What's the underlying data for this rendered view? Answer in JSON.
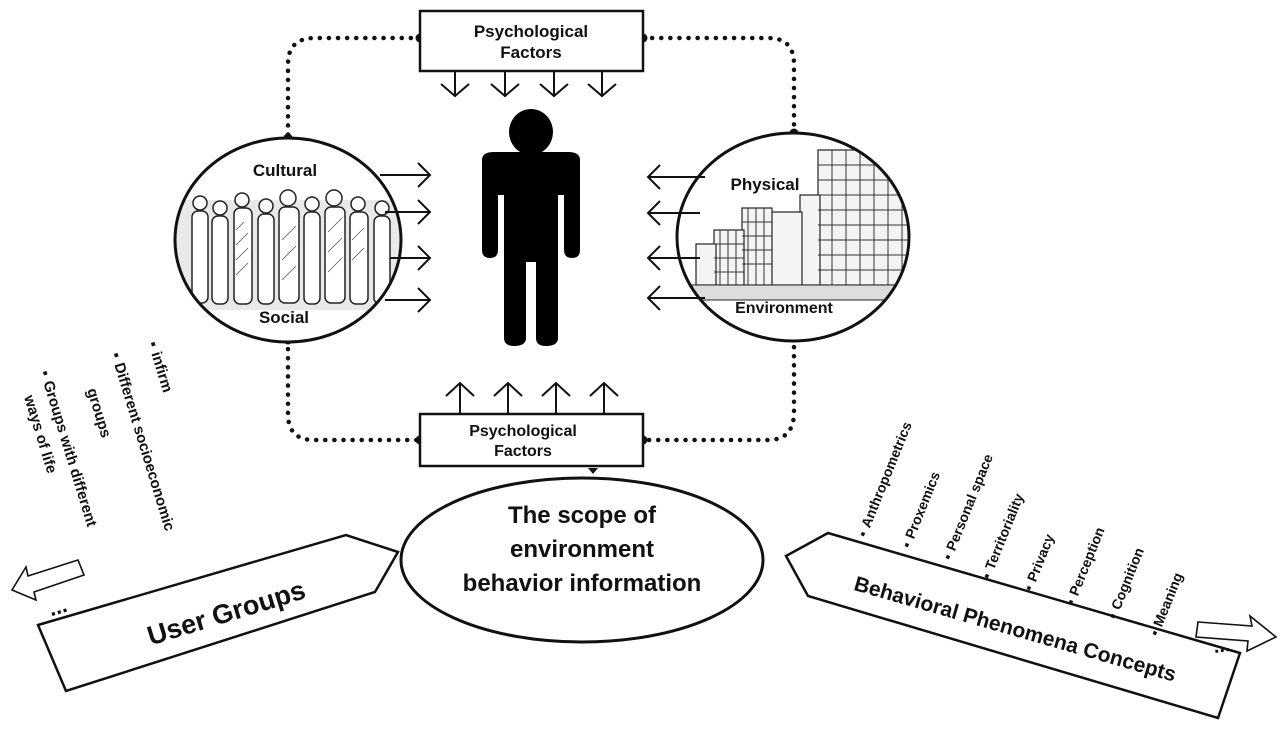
{
  "top_box": {
    "line1": "Psychological",
    "line2": "Factors"
  },
  "bottom_box": {
    "line1": "Psychological",
    "line2": "Factors"
  },
  "left_circle": {
    "top_label": "Cultural",
    "bottom_label": "Social"
  },
  "right_circle": {
    "top_label": "Physical",
    "bottom_label": "Environment"
  },
  "center_ellipse": {
    "line1": "The scope of",
    "line2": "environment",
    "line3": "behavior information"
  },
  "user_groups": {
    "label": "User Groups",
    "items": [
      {
        "bullet": "▪",
        "text": "infirm"
      },
      {
        "bullet": "▪",
        "text": "Different socioeconomic"
      },
      {
        "bullet": "",
        "text": "groups"
      },
      {
        "bullet": "▪",
        "text": "Groups with different"
      },
      {
        "bullet": "",
        "text": "ways of life"
      }
    ],
    "ellipsis": "..."
  },
  "behavioral": {
    "label": "Behavioral Phenomena Concepts",
    "items": [
      {
        "bullet": "▪",
        "text": "Anthropometrics"
      },
      {
        "bullet": "▪",
        "text": "Proxemics"
      },
      {
        "bullet": "▪",
        "text": "Personal space"
      },
      {
        "bullet": "▪",
        "text": "Territoriality"
      },
      {
        "bullet": "▪",
        "text": "Privacy"
      },
      {
        "bullet": "▪",
        "text": "Perception"
      },
      {
        "bullet": "▪",
        "text": "Cognition"
      },
      {
        "bullet": "▪",
        "text": "Meaning"
      }
    ],
    "ellipsis": "..."
  }
}
